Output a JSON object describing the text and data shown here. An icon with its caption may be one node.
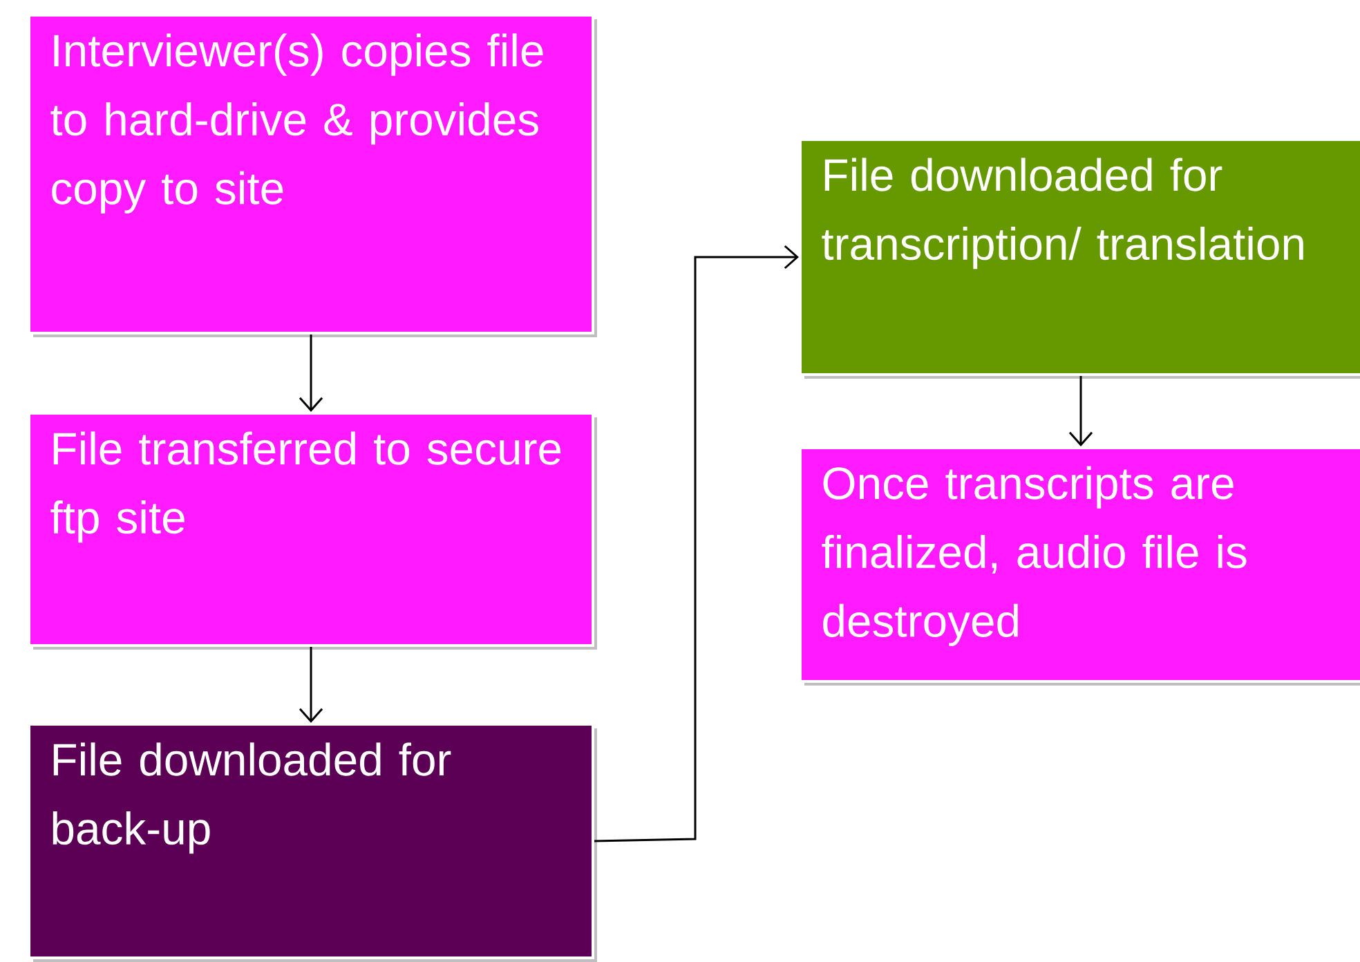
{
  "diagram": {
    "nodes": [
      {
        "text": [
          "Interviewer(s) copies file to hard-drive & provides copy to site"
        ]
      },
      {
        "text": [
          "File transferred to secure ftp site"
        ]
      },
      {
        "text": [
          "File downloaded for back-up"
        ]
      },
      {
        "text": [
          "File downloaded for transcription/ translation"
        ]
      },
      {
        "text": [
          "Once transcripts are finalized, audio file is destroyed"
        ]
      }
    ],
    "edges": [
      {
        "from": 0,
        "to": 1,
        "arrow": "to"
      },
      {
        "from": 1,
        "to": 2,
        "arrow": "to"
      },
      {
        "from": 2,
        "to": 3,
        "arrow": "to"
      },
      {
        "from": 3,
        "to": 4,
        "arrow": "to"
      }
    ]
  }
}
